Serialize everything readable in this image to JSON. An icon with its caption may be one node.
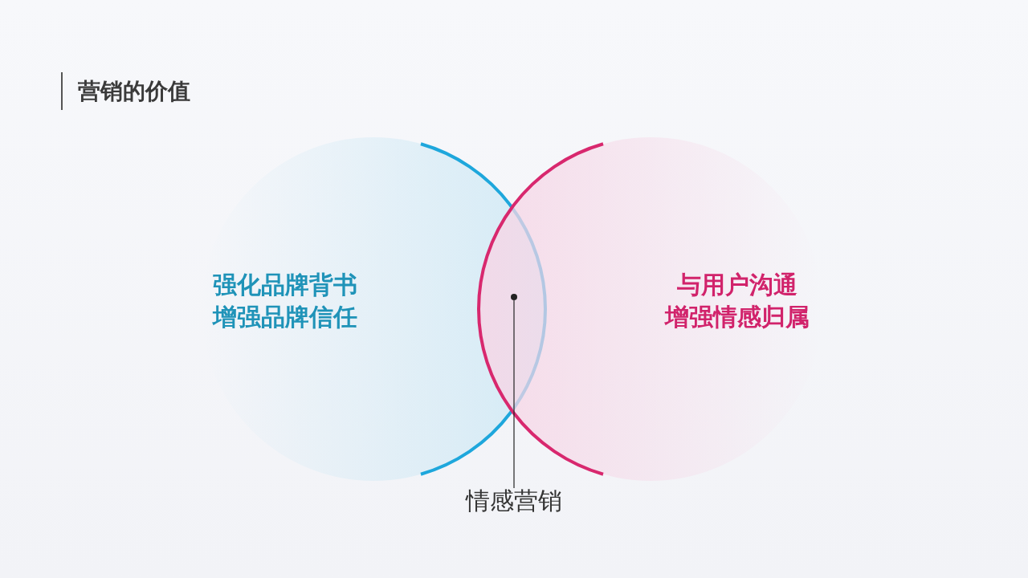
{
  "diagram": {
    "title": "营销的价值",
    "nodes": [
      {
        "text": [
          "强化品牌背书",
          "增强品牌信任"
        ]
      },
      {
        "text": [
          "与用户沟通",
          "增强情感归属"
        ]
      },
      {
        "text": [
          "情感营销"
        ]
      },
      {
        "text": [],
        "shape": "circle"
      }
    ],
    "edges": [
      {
        "from": 2,
        "to": 3,
        "arrow": "none"
      }
    ]
  }
}
